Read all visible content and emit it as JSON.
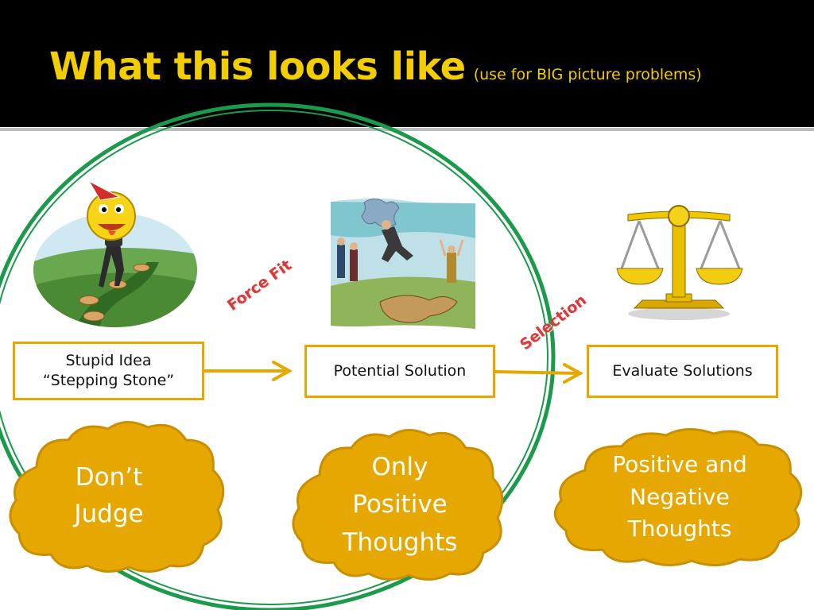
{
  "header": {
    "title": "What this looks like",
    "subtitle": "(use for BIG picture problems)"
  },
  "boxes": {
    "stupid_idea": {
      "line1": "Stupid Idea",
      "line2": "“Stepping Stone”"
    },
    "potential_solution": "Potential Solution",
    "evaluate_solutions": "Evaluate Solutions"
  },
  "arrow_labels": {
    "force_fit": "Force Fit",
    "selection": "Selection"
  },
  "clouds": {
    "dont_judge": [
      "Don’t",
      "Judge"
    ],
    "only_positive": [
      "Only",
      "Positive",
      "Thoughts"
    ],
    "pos_neg": [
      "Positive and",
      "Negative",
      "Thoughts"
    ]
  },
  "colors": {
    "title": "#f2cd00",
    "box_border": "#e6a800",
    "arrow": "#e6a800",
    "cloud_fill": "#e6a800",
    "cloud_edge": "#c89000",
    "circle": "#1a9a4a",
    "label": "#d63a3a"
  },
  "icons": [
    "stepping-stones-clipart",
    "puzzle-jump-clipart",
    "balance-scale-clipart"
  ]
}
